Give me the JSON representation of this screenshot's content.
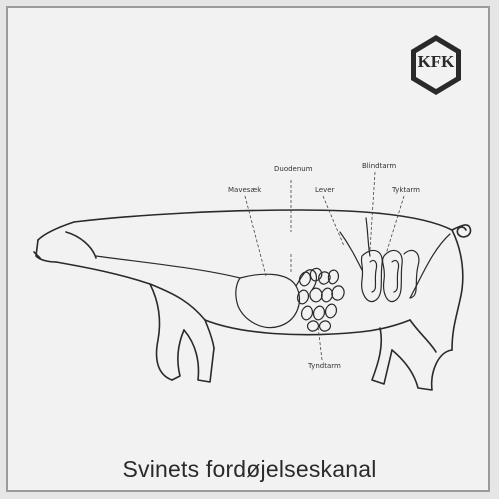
{
  "logo": {
    "text": "KFK"
  },
  "labels": {
    "duodenum": "Duodenum",
    "ventricle": "Mavesæk",
    "liver": "Lever",
    "large_intestine": "Blindtarm",
    "colon": "Tyktarm",
    "small_intestine": "Tyndtarm"
  },
  "caption": "Svinets fordøjelseskanal"
}
